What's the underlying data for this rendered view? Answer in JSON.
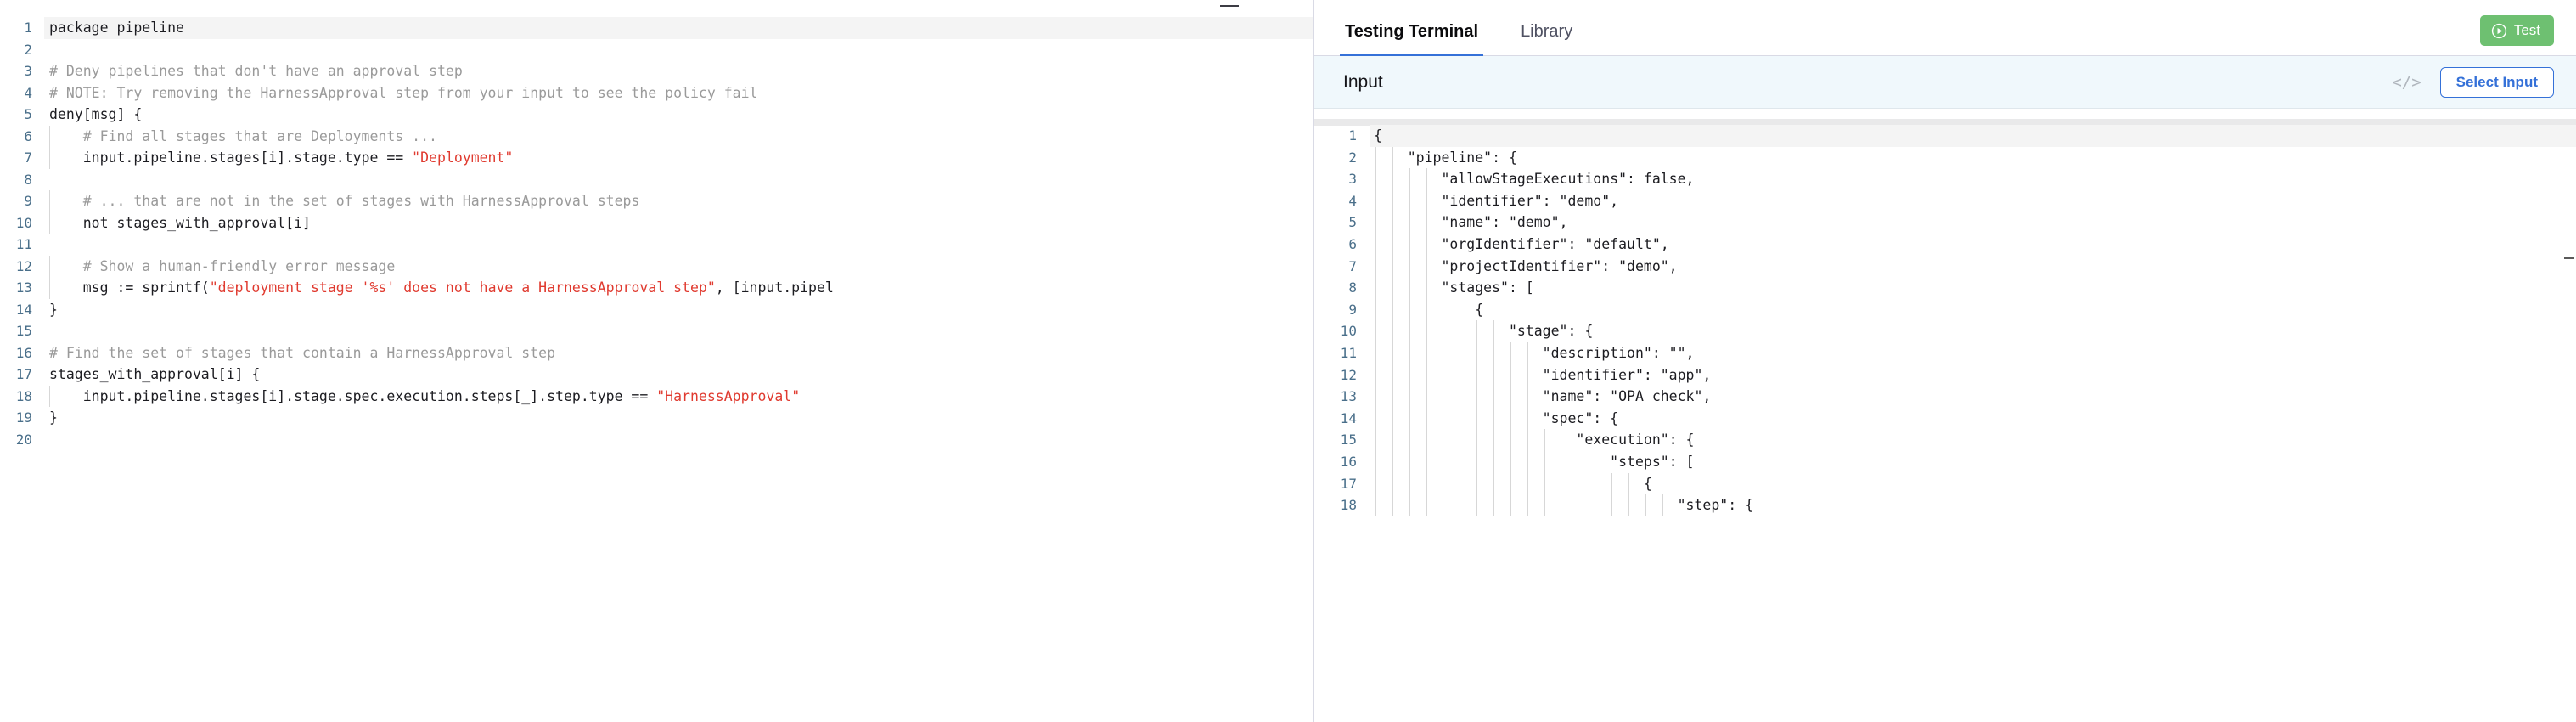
{
  "editor": {
    "name": "policy-rego-editor",
    "language": "rego",
    "minimize_icon": "minimize-icon",
    "current_line": 1,
    "total_lines": 20,
    "lines": [
      {
        "n": 1,
        "segments": [
          {
            "t": "package pipeline",
            "k": "plain"
          }
        ]
      },
      {
        "n": 2,
        "segments": []
      },
      {
        "n": 3,
        "segments": [
          {
            "t": "# Deny pipelines that don't have an approval step",
            "k": "comment"
          }
        ]
      },
      {
        "n": 4,
        "segments": [
          {
            "t": "# NOTE: Try removing the HarnessApproval step from your input to see the policy fail",
            "k": "comment"
          }
        ]
      },
      {
        "n": 5,
        "segments": [
          {
            "t": "deny[msg] {",
            "k": "plain"
          }
        ]
      },
      {
        "n": 6,
        "segments": [
          {
            "t": "    # Find all stages that are Deployments ...",
            "k": "comment"
          }
        ]
      },
      {
        "n": 7,
        "segments": [
          {
            "t": "    input.pipeline.stages[i].stage.type == ",
            "k": "plain"
          },
          {
            "t": "\"Deployment\"",
            "k": "string"
          }
        ]
      },
      {
        "n": 8,
        "segments": []
      },
      {
        "n": 9,
        "segments": [
          {
            "t": "    # ... that are not in the set of stages with HarnessApproval steps",
            "k": "comment"
          }
        ]
      },
      {
        "n": 10,
        "segments": [
          {
            "t": "    not stages_with_approval[i]",
            "k": "plain"
          }
        ]
      },
      {
        "n": 11,
        "segments": []
      },
      {
        "n": 12,
        "segments": [
          {
            "t": "    # Show a human-friendly error message",
            "k": "comment"
          }
        ]
      },
      {
        "n": 13,
        "segments": [
          {
            "t": "    msg := sprintf(",
            "k": "plain"
          },
          {
            "t": "\"deployment stage '%s' does not have a HarnessApproval step\"",
            "k": "string"
          },
          {
            "t": ", [input.pipel",
            "k": "plain"
          }
        ]
      },
      {
        "n": 14,
        "segments": [
          {
            "t": "}",
            "k": "plain"
          }
        ]
      },
      {
        "n": 15,
        "segments": []
      },
      {
        "n": 16,
        "segments": [
          {
            "t": "# Find the set of stages that contain a HarnessApproval step",
            "k": "comment"
          }
        ]
      },
      {
        "n": 17,
        "segments": [
          {
            "t": "stages_with_approval[i] {",
            "k": "plain"
          }
        ]
      },
      {
        "n": 18,
        "segments": [
          {
            "t": "    input.pipeline.stages[i].stage.spec.execution.steps[_].step.type == ",
            "k": "plain"
          },
          {
            "t": "\"HarnessApproval\"",
            "k": "string"
          }
        ]
      },
      {
        "n": 19,
        "segments": [
          {
            "t": "}",
            "k": "plain"
          }
        ]
      },
      {
        "n": 20,
        "segments": []
      }
    ]
  },
  "right": {
    "tabs": [
      {
        "label": "Testing Terminal",
        "active": true
      },
      {
        "label": "Library",
        "active": false
      }
    ],
    "test_button": {
      "label": "Test",
      "icon": "play-circle-icon",
      "color": "#6ec071"
    },
    "input_bar": {
      "title": "Input",
      "code_icon": "</>",
      "select_input_label": "Select Input",
      "accent": "#3571d8",
      "background": "#f0f8fc"
    },
    "json_editor": {
      "name": "input-json-editor",
      "current_line": 1,
      "lines": [
        {
          "n": 1,
          "indent": 0,
          "text": "{"
        },
        {
          "n": 2,
          "indent": 1,
          "text": "\"pipeline\": {"
        },
        {
          "n": 3,
          "indent": 2,
          "text": "\"allowStageExecutions\": false,"
        },
        {
          "n": 4,
          "indent": 2,
          "text": "\"identifier\": \"demo\","
        },
        {
          "n": 5,
          "indent": 2,
          "text": "\"name\": \"demo\","
        },
        {
          "n": 6,
          "indent": 2,
          "text": "\"orgIdentifier\": \"default\","
        },
        {
          "n": 7,
          "indent": 2,
          "text": "\"projectIdentifier\": \"demo\","
        },
        {
          "n": 8,
          "indent": 2,
          "text": "\"stages\": ["
        },
        {
          "n": 9,
          "indent": 3,
          "text": "{"
        },
        {
          "n": 10,
          "indent": 4,
          "text": "\"stage\": {"
        },
        {
          "n": 11,
          "indent": 5,
          "text": "\"description\": \"\","
        },
        {
          "n": 12,
          "indent": 5,
          "text": "\"identifier\": \"app\","
        },
        {
          "n": 13,
          "indent": 5,
          "text": "\"name\": \"OPA check\","
        },
        {
          "n": 14,
          "indent": 5,
          "text": "\"spec\": {"
        },
        {
          "n": 15,
          "indent": 6,
          "text": "\"execution\": {"
        },
        {
          "n": 16,
          "indent": 7,
          "text": "\"steps\": ["
        },
        {
          "n": 17,
          "indent": 8,
          "text": "{"
        },
        {
          "n": 18,
          "indent": 9,
          "text": "\"step\": {"
        }
      ]
    }
  }
}
